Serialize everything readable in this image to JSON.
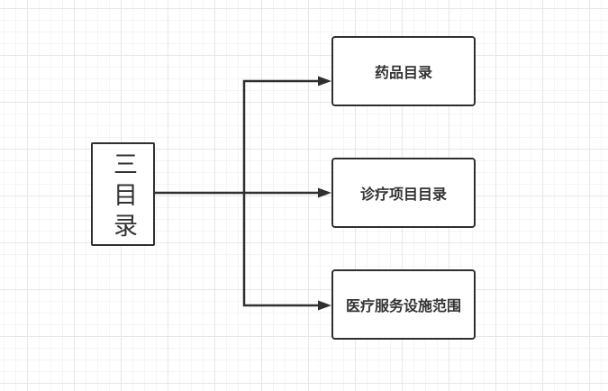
{
  "diagram": {
    "type": "flowchart",
    "root": {
      "label": "三目录"
    },
    "children": [
      {
        "label": "药品目录"
      },
      {
        "label": "诊疗项目目录"
      },
      {
        "label": "医疗服务设施范围"
      }
    ],
    "style": {
      "line_color": "#2f2f2f",
      "box_border": "#2f2f2f",
      "box_fill": "#ffffff",
      "text_color": "#333333",
      "canvas_bg": "#ffffff",
      "grid_minor": "#f5f5f5",
      "grid_major": "#e7e7e7"
    }
  }
}
